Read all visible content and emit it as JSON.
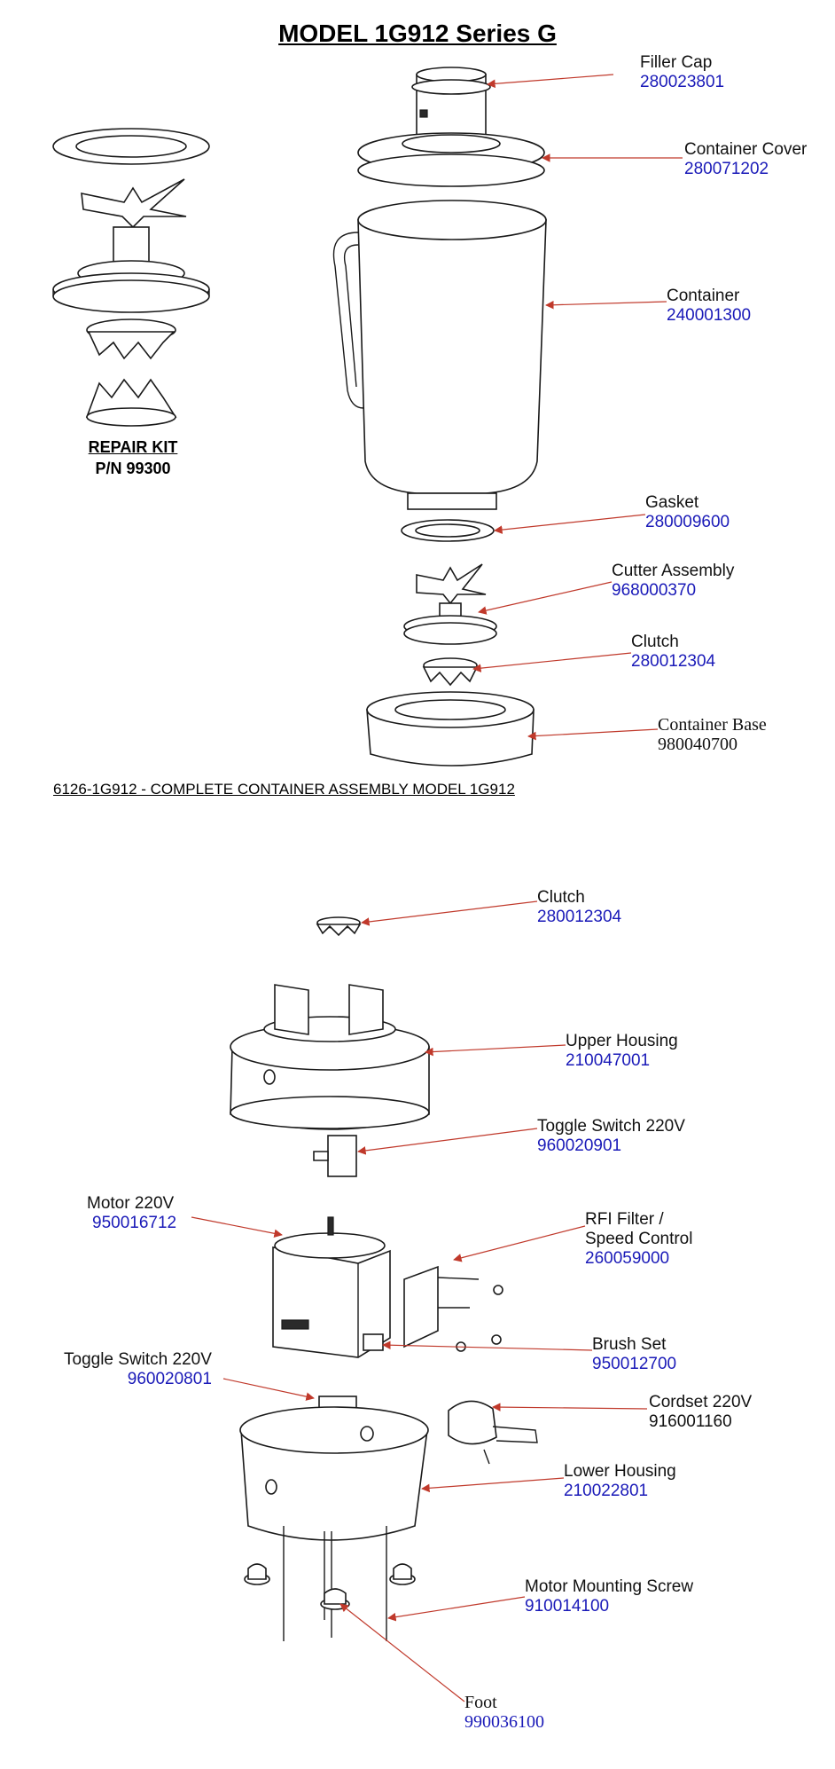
{
  "title": "MODEL  1G912 Series G",
  "repair_kit": {
    "label": "REPAIR KIT",
    "pn": "P/N 99300"
  },
  "assembly_caption": "6126-1G912 - COMPLETE CONTAINER ASSEMBLY MODEL  1G912",
  "parts": {
    "filler_cap": {
      "name": "Filler Cap",
      "pn": "280023801"
    },
    "container_cover": {
      "name": "Container Cover",
      "pn": "280071202"
    },
    "container": {
      "name": "Container",
      "pn": "240001300"
    },
    "gasket": {
      "name": "Gasket",
      "pn": "280009600"
    },
    "cutter_assembly": {
      "name": "Cutter Assembly",
      "pn": "968000370"
    },
    "clutch_top": {
      "name": "Clutch",
      "pn": "280012304"
    },
    "container_base": {
      "name": "Container Base",
      "pn": "980040700"
    },
    "clutch_motor": {
      "name": "Clutch",
      "pn": "280012304"
    },
    "upper_housing": {
      "name": "Upper Housing",
      "pn": "210047001"
    },
    "toggle_switch_a": {
      "name": "Toggle Switch 220V",
      "pn": "960020901"
    },
    "motor": {
      "name": "Motor 220V",
      "pn": "950016712"
    },
    "rfi_filter": {
      "name1": "RFI Filter /",
      "name2": "Speed Control",
      "pn": "260059000"
    },
    "brush_set": {
      "name": "Brush Set",
      "pn": "950012700"
    },
    "toggle_switch_b": {
      "name": "Toggle Switch 220V",
      "pn": "960020801"
    },
    "cordset": {
      "name": "Cordset 220V",
      "pn": "916001160"
    },
    "lower_housing": {
      "name": "Lower Housing",
      "pn": "210022801"
    },
    "motor_mounting_screw": {
      "name": "Motor Mounting Screw",
      "pn": "910014100"
    },
    "foot": {
      "name": "Foot",
      "pn": "990036100"
    }
  },
  "colors": {
    "leader": "#c0392b",
    "part_number": "#1a1ab8"
  }
}
